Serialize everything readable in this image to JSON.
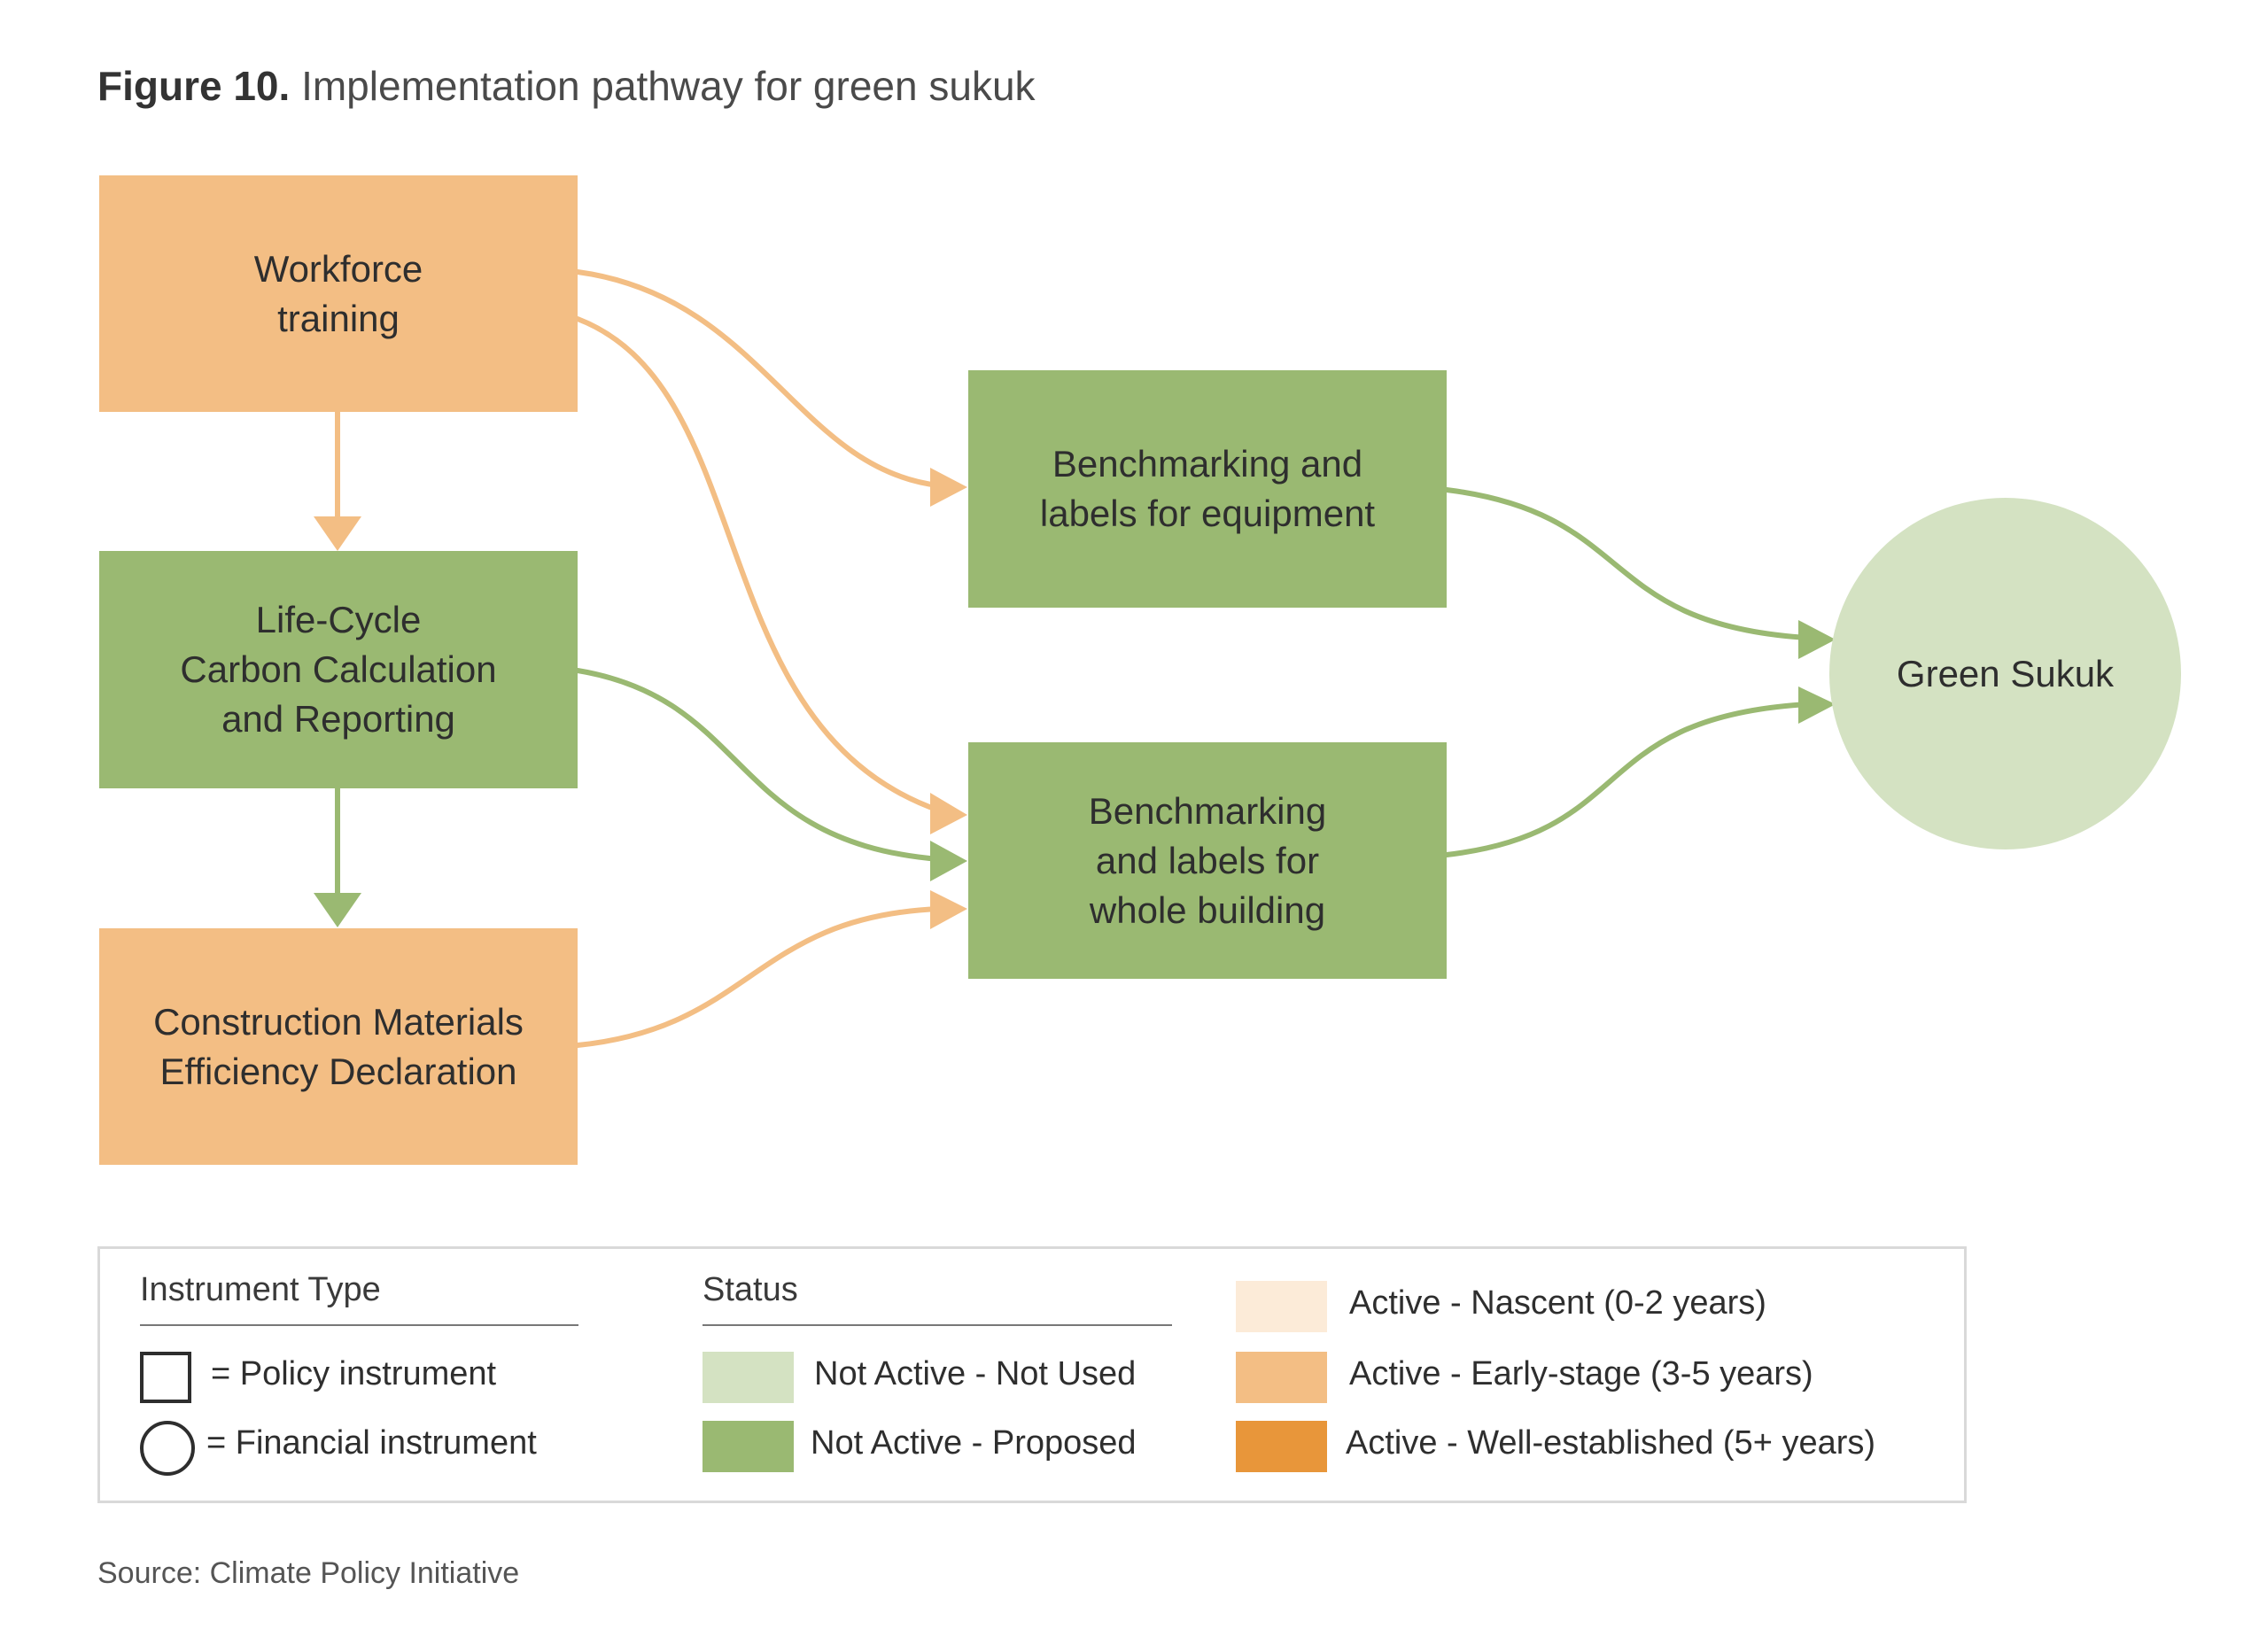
{
  "figure": {
    "label": "Figure 10.",
    "caption": "Implementation pathway for green sukuk"
  },
  "colors": {
    "early_stage": "#f3be84",
    "proposed": "#9ab972",
    "not_used": "#d4e2c2",
    "nascent": "#fcebd8",
    "well_established": "#e8963a"
  },
  "nodes": {
    "workforce": [
      "Workforce",
      "training"
    ],
    "lifecycle": [
      "Life-Cycle",
      "Carbon Calculation",
      "and Reporting"
    ],
    "construction": [
      "Construction Materials",
      "Efficiency Declaration"
    ],
    "bench_equipment": [
      "Benchmarking and",
      "labels for equipment"
    ],
    "bench_building": [
      "Benchmarking",
      "and labels for",
      "whole building"
    ],
    "green_sukuk": [
      "Green Sukuk"
    ]
  },
  "legend": {
    "instrument_type": {
      "heading": "Instrument Type",
      "policy": "= Policy instrument",
      "financial": "= Financial instrument"
    },
    "status": {
      "heading": "Status",
      "not_used": "Not Active - Not Used",
      "proposed": "Not Active - Proposed",
      "nascent": "Active - Nascent (0-2 years)",
      "early_stage": "Active - Early-stage (3-5 years)",
      "well_established": "Active - Well-established (5+ years)"
    }
  },
  "source": "Source: Climate Policy Initiative"
}
